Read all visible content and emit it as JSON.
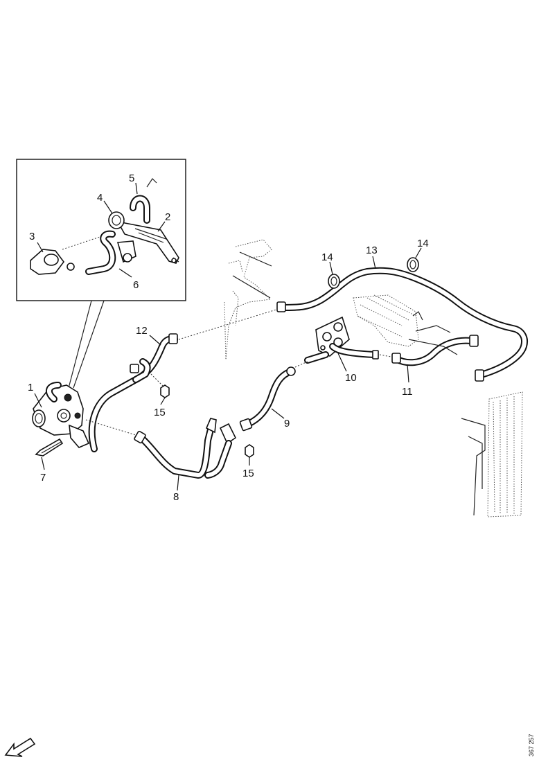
{
  "diagram": {
    "callouts": {
      "c1": "1",
      "c2": "2",
      "c3": "3",
      "c4": "4",
      "c5": "5",
      "c6": "6",
      "c7": "7",
      "c8": "8",
      "c9": "9",
      "c10": "10",
      "c11": "11",
      "c12": "12",
      "c13": "13",
      "c14a": "14",
      "c14b": "14",
      "c15a": "15",
      "c15b": "15"
    },
    "reference_code": "367 257",
    "colors": {
      "ink": "#111111",
      "background": "#ffffff"
    }
  }
}
